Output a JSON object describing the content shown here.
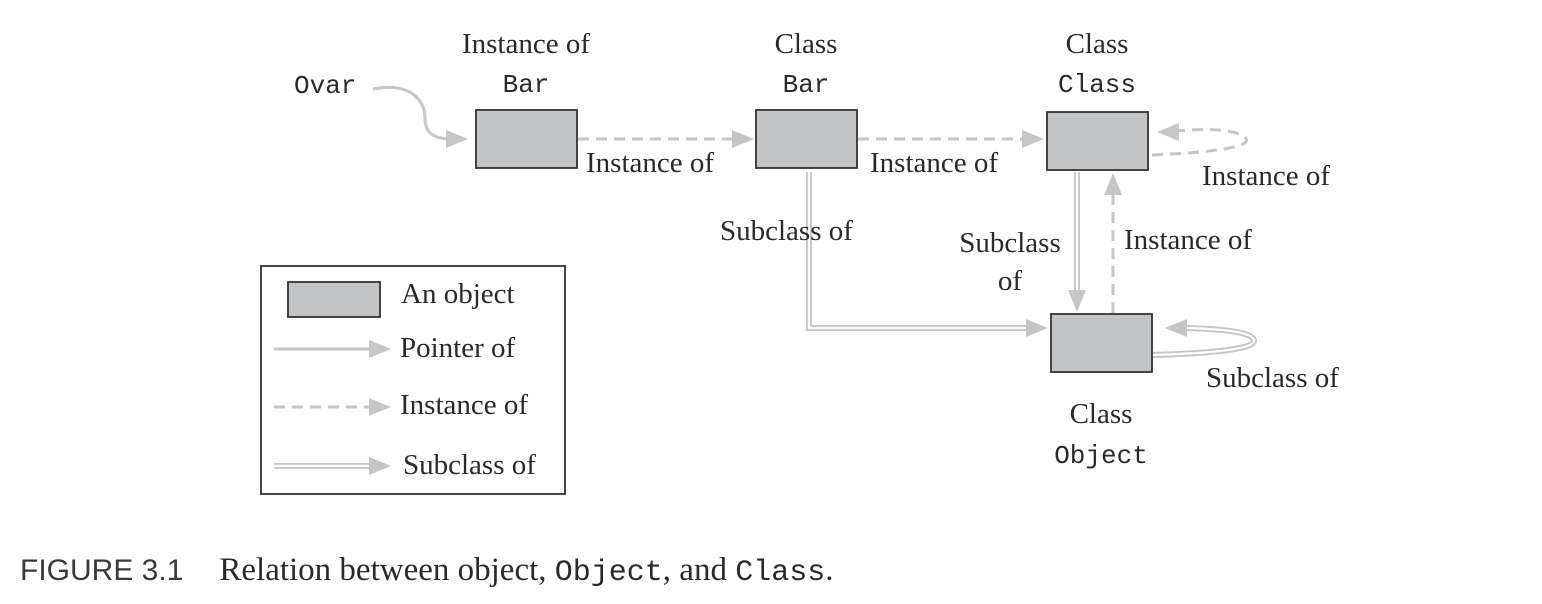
{
  "nodes": {
    "bar_instance": {
      "line1": "Instance of",
      "line2": "Bar"
    },
    "class_bar": {
      "line1": "Class",
      "line2": "Bar"
    },
    "class_class": {
      "line1": "Class",
      "line2": "Class"
    },
    "class_object": {
      "line1": "Class",
      "line2": "Object"
    }
  },
  "variable": "Ovar",
  "edges": {
    "instance_bar_to_class_bar": "Instance of",
    "class_bar_to_class_class": "Instance of",
    "class_class_self": "Instance of",
    "class_bar_to_object": "Subclass of",
    "class_to_object_line1": "Subclass",
    "class_to_object_line2": "of",
    "object_to_class": "Instance of",
    "object_self": "Subclass of"
  },
  "legend": {
    "object": "An object",
    "pointer": "Pointer of",
    "instance": "Instance of",
    "subclass": "Subclass of"
  },
  "caption": {
    "figure": "FIGURE 3.1",
    "text1": "Relation between object, ",
    "code1": "Object",
    "text2": ", and ",
    "code2": "Class",
    "text3": "."
  },
  "colors": {
    "object_fill": "#c3c4c6",
    "arrow": "#c6c6c6",
    "outline": "#333333"
  }
}
